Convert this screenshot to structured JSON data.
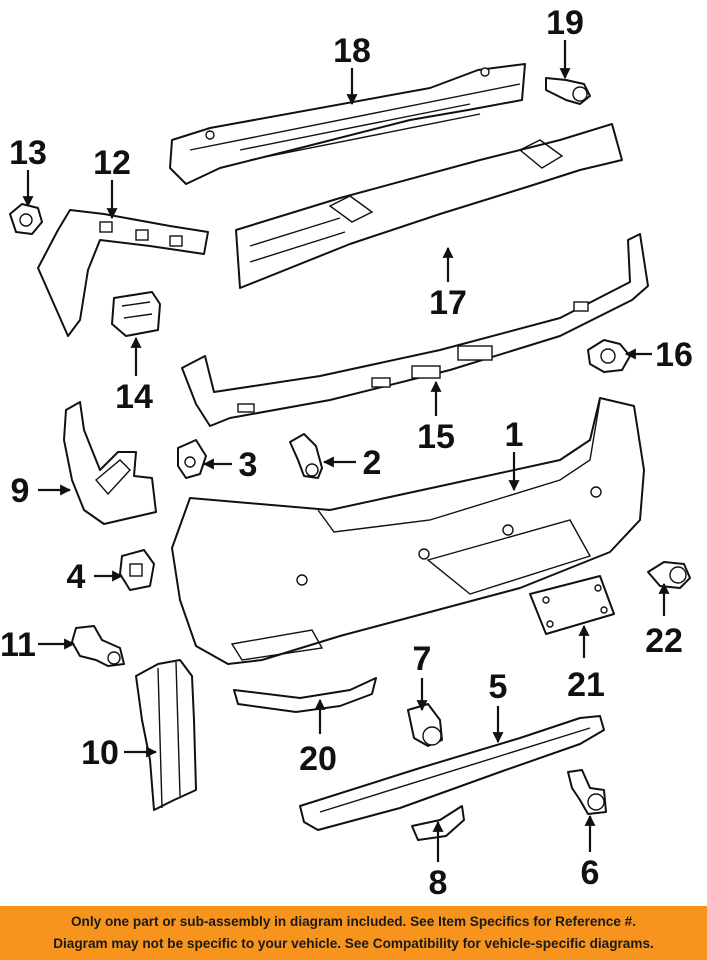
{
  "diagram": {
    "callouts": {
      "p1": "1",
      "p2": "2",
      "p3": "3",
      "p4": "4",
      "p5": "5",
      "p6": "6",
      "p7": "7",
      "p8": "8",
      "p9": "9",
      "p10": "10",
      "p11": "11",
      "p12": "12",
      "p13": "13",
      "p14": "14",
      "p15": "15",
      "p16": "16",
      "p17": "17",
      "p18": "18",
      "p19": "19",
      "p20": "20",
      "p21": "21",
      "p22": "22"
    }
  },
  "banner": {
    "line1": "Only one part or sub-assembly in diagram included. See Item Specifics for Reference #.",
    "line2": "Diagram may not be specific to your vehicle. See Compatibility for vehicle-specific diagrams."
  },
  "colors": {
    "banner_background": "#f7941d",
    "line_art": "#111111",
    "background": "#ffffff"
  }
}
